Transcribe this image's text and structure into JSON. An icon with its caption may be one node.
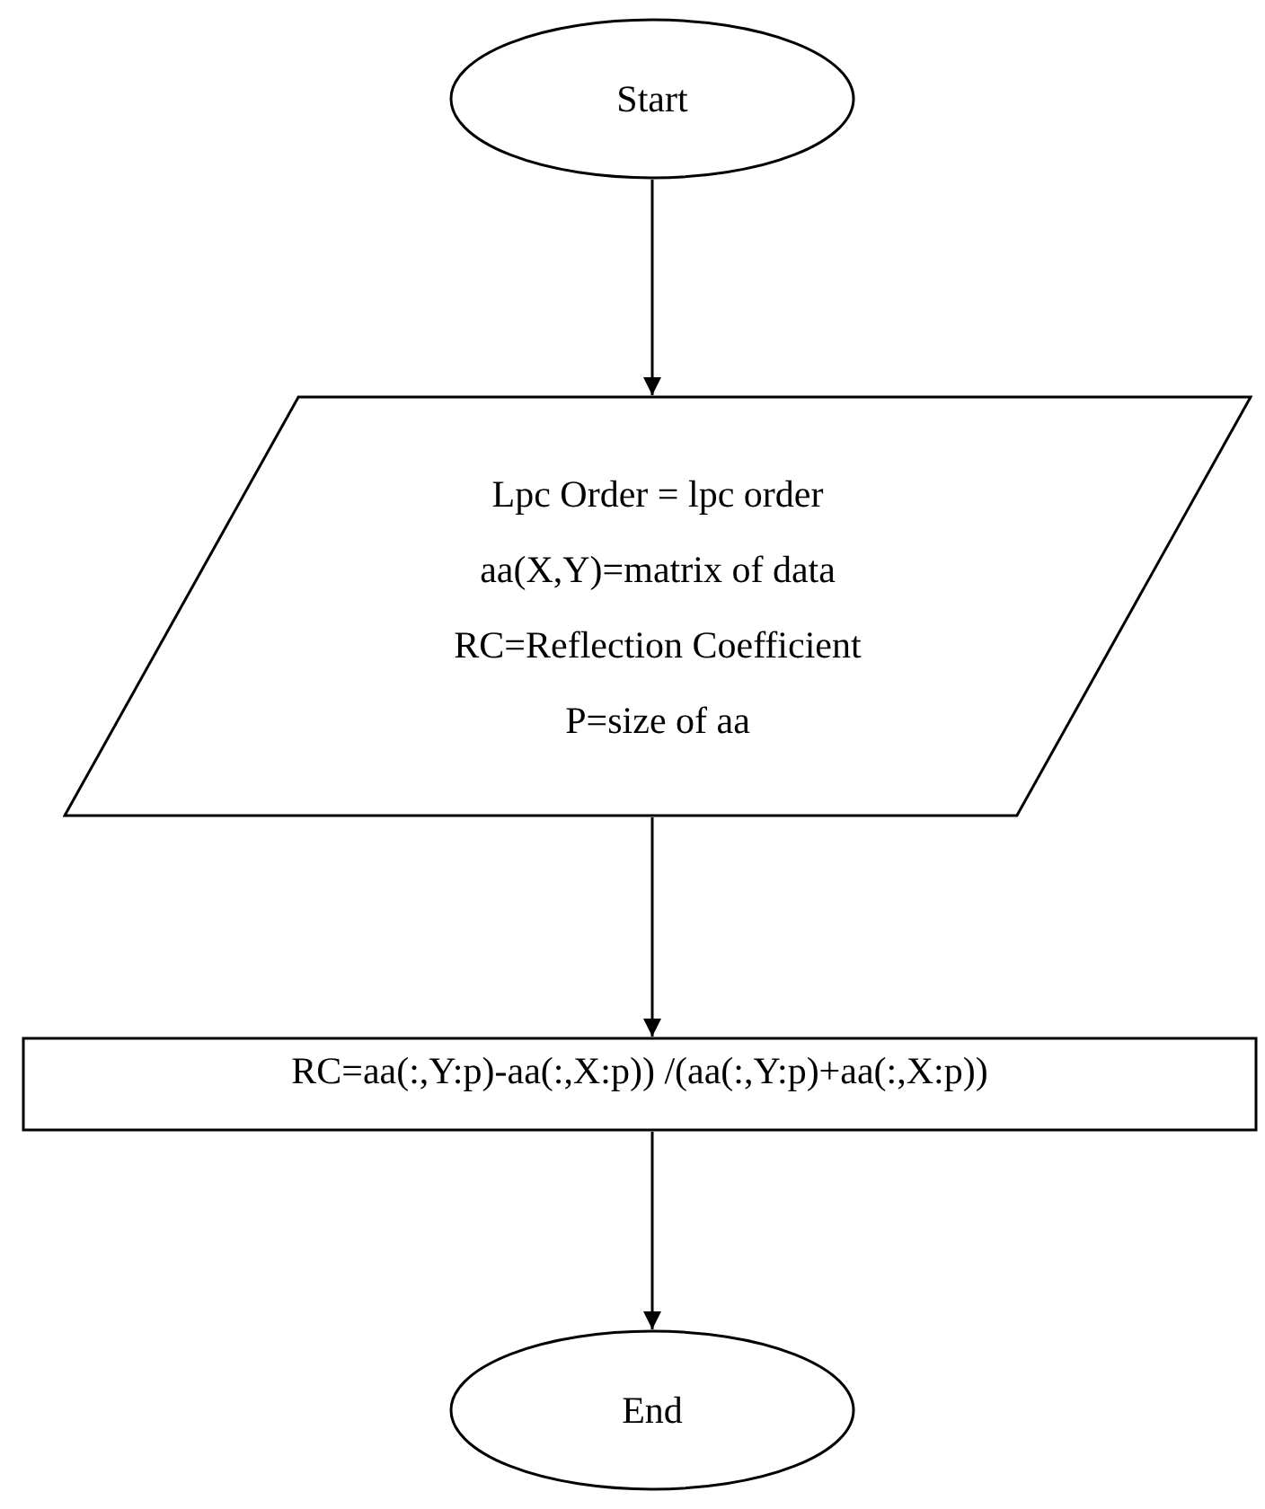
{
  "diagram": {
    "nodes": [
      {
        "text": [
          "Start"
        ]
      },
      {
        "text": [
          "Lpc Order = lpc order",
          "aa(X,Y)=matrix of data",
          "RC=Reflection Coefficient",
          "P=size of aa"
        ]
      },
      {
        "text": [
          "RC=aa(:,Y:p)-aa(:,X:p)) /(aa(:,Y:p)+aa(:,X:p))"
        ]
      },
      {
        "text": [
          "End"
        ]
      }
    ],
    "edges": [
      {
        "from": 0,
        "to": 1,
        "arrow": "to"
      },
      {
        "from": 1,
        "to": 2,
        "arrow": "to"
      },
      {
        "from": 2,
        "to": 3,
        "arrow": "to"
      }
    ]
  }
}
